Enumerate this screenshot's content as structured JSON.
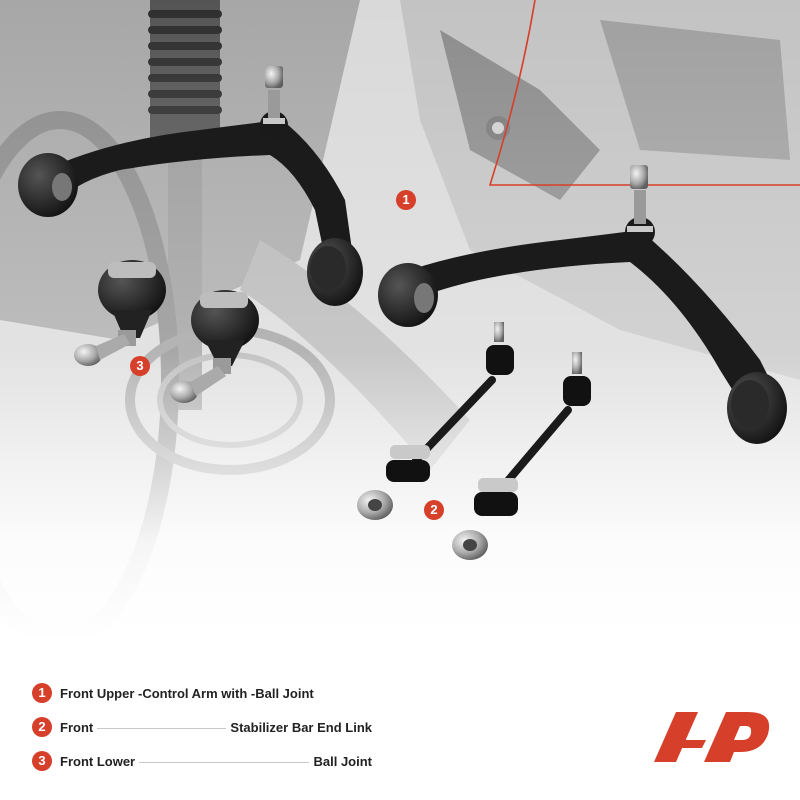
{
  "callouts": [
    {
      "number": "1",
      "name": "control-arm"
    },
    {
      "number": "2",
      "name": "end-link"
    },
    {
      "number": "3",
      "name": "ball-joint"
    }
  ],
  "legend": [
    {
      "number": "1",
      "text_left": "Front Upper -Control Arm with -Ball Joint",
      "text_right": ""
    },
    {
      "number": "2",
      "text_left": "Front",
      "text_right": "Stabilizer Bar End Link"
    },
    {
      "number": "3",
      "text_left": "Front Lower",
      "text_right": "Ball Joint"
    }
  ],
  "colors": {
    "accent": "#d6402b",
    "part": "#1b1b1b",
    "background_photo": "#b8b8b8"
  }
}
